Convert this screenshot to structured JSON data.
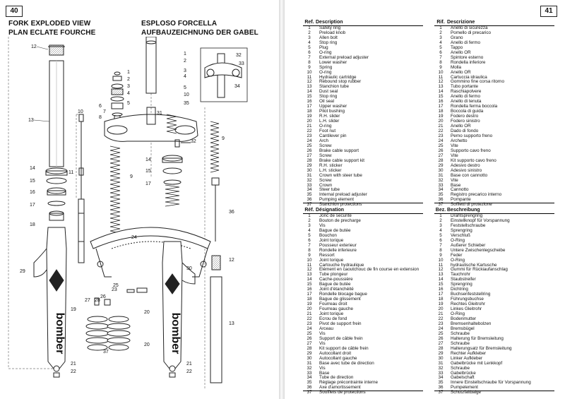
{
  "left_page": {
    "number": "40",
    "title_en_1": "FORK EXPLODED VIEW",
    "title_en_2": "PLAN ECLATE FOURCHE",
    "title_it_1": "ESPLOSO FORCELLA",
    "title_de_1": "AUFBAUZEICHNUNG DER GABEL",
    "brand_text": "bomber",
    "callouts_left_leg": [
      "12",
      "13",
      "11",
      "14",
      "15",
      "16",
      "17",
      "18",
      "29",
      "19",
      "21",
      "22",
      "10"
    ],
    "callouts_center": [
      "1",
      "2",
      "3",
      "4",
      "5",
      "6",
      "7",
      "8",
      "31",
      "9",
      "24",
      "25",
      "26",
      "27",
      "28",
      "23",
      "37",
      "20"
    ],
    "callouts_right": [
      "1",
      "2",
      "3",
      "4",
      "5",
      "10",
      "35",
      "32",
      "34",
      "33",
      "9",
      "14",
      "15",
      "17",
      "30",
      "36",
      "12",
      "13",
      "21",
      "22"
    ]
  },
  "right_page": {
    "number": "41",
    "tables": [
      {
        "header_ref": "Ref.",
        "header_desc": "Description",
        "rows": [
          [
            "1",
            "Safety ring"
          ],
          [
            "2",
            "Preload knob"
          ],
          [
            "3",
            "Allen bolt"
          ],
          [
            "4",
            "Stop ring"
          ],
          [
            "5",
            "Plug"
          ],
          [
            "6",
            "O-ring"
          ],
          [
            "7",
            "External preload adjuster"
          ],
          [
            "8",
            "Lower washer"
          ],
          [
            "9",
            "Spring"
          ],
          [
            "10",
            "O-ring"
          ],
          [
            "11",
            "Hydraulic cartridge"
          ],
          [
            "12",
            "Rebound stop rubber"
          ],
          [
            "13",
            "Stanchion tube"
          ],
          [
            "14",
            "Dust seal"
          ],
          [
            "15",
            "Stop ring"
          ],
          [
            "16",
            "Oil seal"
          ],
          [
            "17",
            "Upper washer"
          ],
          [
            "18",
            "Pilot bushing"
          ],
          [
            "19",
            "R.H. slider"
          ],
          [
            "20",
            "L.H. slider"
          ],
          [
            "21",
            "O-ring"
          ],
          [
            "22",
            "Foot nut"
          ],
          [
            "23",
            "Cantilever pin"
          ],
          [
            "24",
            "Arch"
          ],
          [
            "25",
            "Screw"
          ],
          [
            "26",
            "Brake cable support"
          ],
          [
            "27",
            "Screw"
          ],
          [
            "28",
            "Brake cable support kit"
          ],
          [
            "29",
            "R.H. sticker"
          ],
          [
            "30",
            "L.H. sticker"
          ],
          [
            "31",
            "Crown with steer tube"
          ],
          [
            "32",
            "Screw"
          ],
          [
            "33",
            "Crown"
          ],
          [
            "34",
            "Steer tube"
          ],
          [
            "35",
            "Internal preload adjuster"
          ],
          [
            "36",
            "Pumping element"
          ],
          [
            "37",
            "Stanchion protections"
          ]
        ]
      },
      {
        "header_ref": "Rif.",
        "header_desc": "Descrizione",
        "rows": [
          [
            "1",
            "Anello di sicurezza"
          ],
          [
            "2",
            "Pomello di precarico"
          ],
          [
            "3",
            "Grano"
          ],
          [
            "4",
            "Anello di fermo"
          ],
          [
            "5",
            "Tappo"
          ],
          [
            "6",
            "Anello OR"
          ],
          [
            "7",
            "Spintore esterno"
          ],
          [
            "8",
            "Rondella inferiore"
          ],
          [
            "9",
            "Molla"
          ],
          [
            "10",
            "Anello OR"
          ],
          [
            "11",
            "Cartuccia idraulica"
          ],
          [
            "12",
            "Gommino fine corsa ritorno"
          ],
          [
            "13",
            "Tubo portante"
          ],
          [
            "14",
            "Raschiapolvere"
          ],
          [
            "15",
            "Anello di fermo"
          ],
          [
            "16",
            "Anello di tenuta"
          ],
          [
            "17",
            "Rondella ferma boccola"
          ],
          [
            "18",
            "Boccola di guida"
          ],
          [
            "19",
            "Fodero destro"
          ],
          [
            "20",
            "Fodero sinistro"
          ],
          [
            "21",
            "Anello OR"
          ],
          [
            "22",
            "Dado di fondo"
          ],
          [
            "23",
            "Perno supporto freno"
          ],
          [
            "24",
            "Archetto"
          ],
          [
            "25",
            "Vite"
          ],
          [
            "26",
            "Supporto cavo freno"
          ],
          [
            "27",
            "Vite"
          ],
          [
            "28",
            "Kit supporto cavo freno"
          ],
          [
            "29",
            "Adesivo destro"
          ],
          [
            "30",
            "Adesivo sinistro"
          ],
          [
            "31",
            "Base con cannotto"
          ],
          [
            "32",
            "Vite"
          ],
          [
            "33",
            "Base"
          ],
          [
            "34",
            "Cannotto"
          ],
          [
            "35",
            "Registro precarico interno"
          ],
          [
            "36",
            "Pompante"
          ],
          [
            "37",
            "Soffietti di protezione"
          ]
        ]
      },
      {
        "header_ref": "Réf.",
        "header_desc": "Désignation",
        "rows": [
          [
            "1",
            "Jonc de securité"
          ],
          [
            "2",
            "Bouton de precharge"
          ],
          [
            "3",
            "Vis"
          ],
          [
            "4",
            "Bague de butée"
          ],
          [
            "5",
            "Bouchon"
          ],
          [
            "6",
            "Joint torique"
          ],
          [
            "7",
            "Pousseur exterieur"
          ],
          [
            "8",
            "Rondelle inferieure"
          ],
          [
            "9",
            "Ressort"
          ],
          [
            "10",
            "Joint torique"
          ],
          [
            "11",
            "Cartouche hydraulique"
          ],
          [
            "12",
            "Elément en caoutchouc de fin course en extension"
          ],
          [
            "13",
            "Tube plongeur"
          ],
          [
            "14",
            "Cache-poussière"
          ],
          [
            "15",
            "Bague de butée"
          ],
          [
            "16",
            "Joint d'étanchéité"
          ],
          [
            "17",
            "Rondelle blocage bague"
          ],
          [
            "18",
            "Bague de glissement"
          ],
          [
            "19",
            "Fourreau droit"
          ],
          [
            "20",
            "Fourreau gauche"
          ],
          [
            "21",
            "Joint torique"
          ],
          [
            "22",
            "Ecrou de fond"
          ],
          [
            "23",
            "Pivot de support frein"
          ],
          [
            "24",
            "Arceau"
          ],
          [
            "25",
            "Vis"
          ],
          [
            "26",
            "Support de câble frein"
          ],
          [
            "27",
            "Vis"
          ],
          [
            "28",
            "Kit support de câble frein"
          ],
          [
            "29",
            "Autocollant droit"
          ],
          [
            "30",
            "Autocollant gauche"
          ],
          [
            "31",
            "Base avec tube de direction"
          ],
          [
            "32",
            "Vis"
          ],
          [
            "33",
            "Base"
          ],
          [
            "34",
            "Tube de direction"
          ],
          [
            "35",
            "Réglage précontrainte interne"
          ],
          [
            "36",
            "Axe d'amortissement"
          ],
          [
            "37",
            "Soufflets de protections"
          ]
        ]
      },
      {
        "header_ref": "Bez.",
        "header_desc": "Beschreibung",
        "rows": [
          [
            "1",
            "Drahtsprengring"
          ],
          [
            "2",
            "Einstellknopf für Vorspannung"
          ],
          [
            "3",
            "Feststellschraube"
          ],
          [
            "4",
            "Sprengring"
          ],
          [
            "5",
            "Verschluß"
          ],
          [
            "6",
            "O-Ring"
          ],
          [
            "7",
            "Außerer Schieber"
          ],
          [
            "8",
            "Untere Zwischenlegscheibe"
          ],
          [
            "9",
            "Feder"
          ],
          [
            "10",
            "O-Ring"
          ],
          [
            "11",
            "hydraulische Kartusche"
          ],
          [
            "12",
            "Gummi für Rückiaufanschlag"
          ],
          [
            "13",
            "Tauchrohr"
          ],
          [
            "14",
            "Staubstreifer"
          ],
          [
            "15",
            "Sprengring"
          ],
          [
            "16",
            "Dichtring"
          ],
          [
            "17",
            "Buchsenfeststellring"
          ],
          [
            "18",
            "Führungsbuchse"
          ],
          [
            "19",
            "Rechtes Gleitrohr"
          ],
          [
            "20",
            "Linkes Gleitrohr"
          ],
          [
            "21",
            "O-Ring"
          ],
          [
            "22",
            "Bodenmutter"
          ],
          [
            "23",
            "Bremsenhaltebolzen"
          ],
          [
            "24",
            "Bremsbügel"
          ],
          [
            "25",
            "Schraube"
          ],
          [
            "26",
            "Halterung für Bremsleitung"
          ],
          [
            "27",
            "Schraube"
          ],
          [
            "28",
            "Halterungsatz für Bremsleitung"
          ],
          [
            "29",
            "Rechter Aufkleber"
          ],
          [
            "30",
            "Linker Aufkleber"
          ],
          [
            "31",
            "Gabelbrücke mit Lenkkopf"
          ],
          [
            "32",
            "Schraube"
          ],
          [
            "33",
            "Gabelbrücke"
          ],
          [
            "34",
            "Gabelschaft"
          ],
          [
            "35",
            "Innere Einstellschraube für Vorspannung"
          ],
          [
            "36",
            "Pumpelement"
          ],
          [
            "37",
            "Schutzfaltbalge"
          ]
        ]
      }
    ]
  }
}
